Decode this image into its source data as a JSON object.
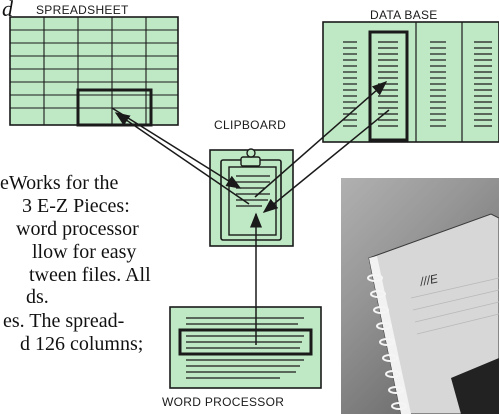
{
  "labels": {
    "spreadsheet": "SPREADSHEET",
    "database": "DATA BASE",
    "clipboard": "CLIPBOARD",
    "word_processor": "WORD PROCESSOR"
  },
  "page_fragment": "d",
  "body_lines": [
    "eWorks for the",
    "3 E-Z Pieces:",
    "word processor",
    "llow for easy",
    "tween files. All",
    "ds.",
    "es. The spread-",
    "d 126 columns;"
  ],
  "photo": {
    "caption_fragment": "///E"
  },
  "colors": {
    "panel_fill": "#bfe8c4",
    "line": "#1a1a1a"
  }
}
